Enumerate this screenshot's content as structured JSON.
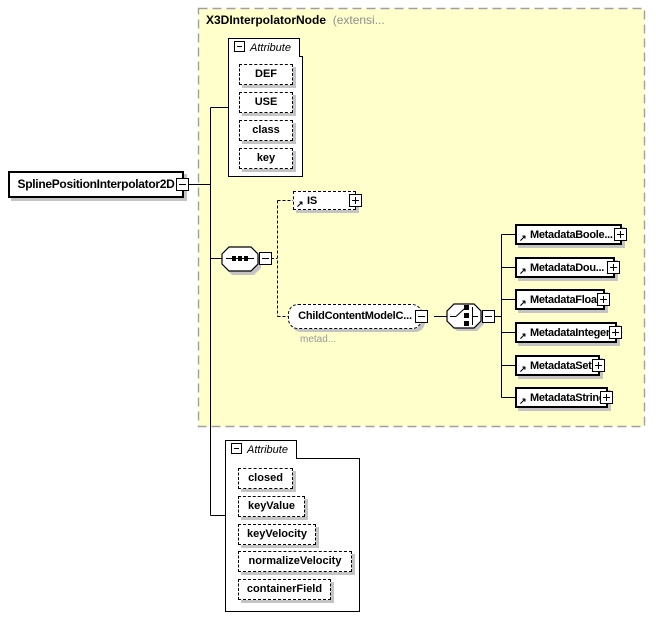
{
  "root": {
    "label": "SplinePositionInterpolator2D"
  },
  "extension": {
    "title": "X3DInterpolatorNode",
    "suffix": "(extensi...",
    "attr_tab": "Attribute",
    "attributes": [
      "DEF",
      "USE",
      "class",
      "key"
    ],
    "is_label": "IS",
    "group_label": "ChildContentModelC...",
    "group_annotation": "metad...",
    "metadata": [
      "MetadataBoole...",
      "MetadataDou...",
      "MetadataFloat",
      "MetadataInteger",
      "MetadataSet",
      "MetadataString"
    ]
  },
  "local": {
    "attr_tab": "Attribute",
    "attributes": [
      "closed",
      "keyValue",
      "keyVelocity",
      "normalizeVelocity",
      "containerField"
    ]
  },
  "icons": {
    "reference_arrow": "↗"
  },
  "colors": {
    "extension_bg": "#ffffcc",
    "extension_border": "#a0a0a0",
    "shadow": "#c4c4c4",
    "line": "#000000",
    "annotation_gray": "#999999"
  }
}
